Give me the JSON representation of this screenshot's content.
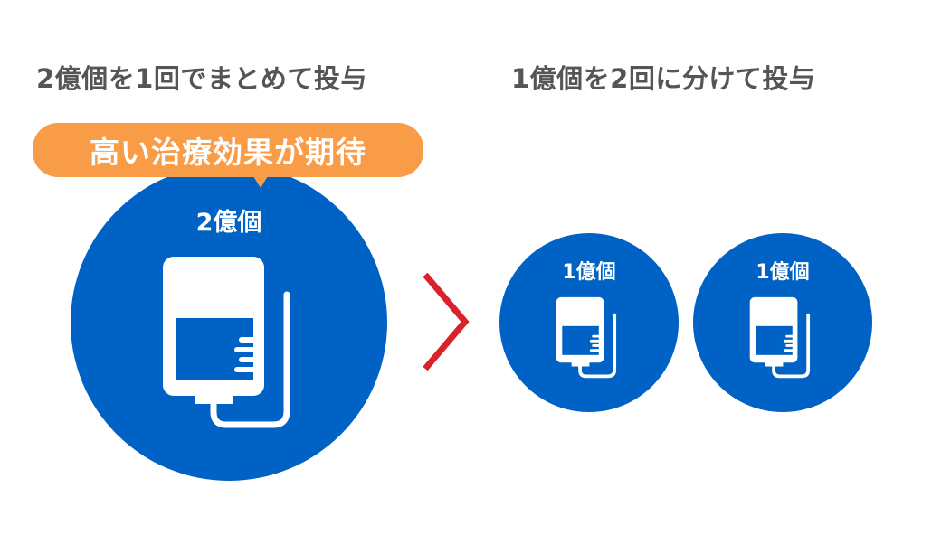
{
  "left": {
    "heading": "2億個を1回でまとめて投与",
    "badge": "高い治療効果が期待",
    "circle_label": "2億個"
  },
  "right": {
    "heading": "1億個を2回に分けて投与",
    "circles": [
      {
        "label": "1億個"
      },
      {
        "label": "1億個"
      }
    ]
  },
  "comparison_symbol": "greater-than-icon",
  "colors": {
    "circle": "#0062c4",
    "badge": "#f99c47",
    "arrow": "#d9232a",
    "heading": "#555555"
  }
}
